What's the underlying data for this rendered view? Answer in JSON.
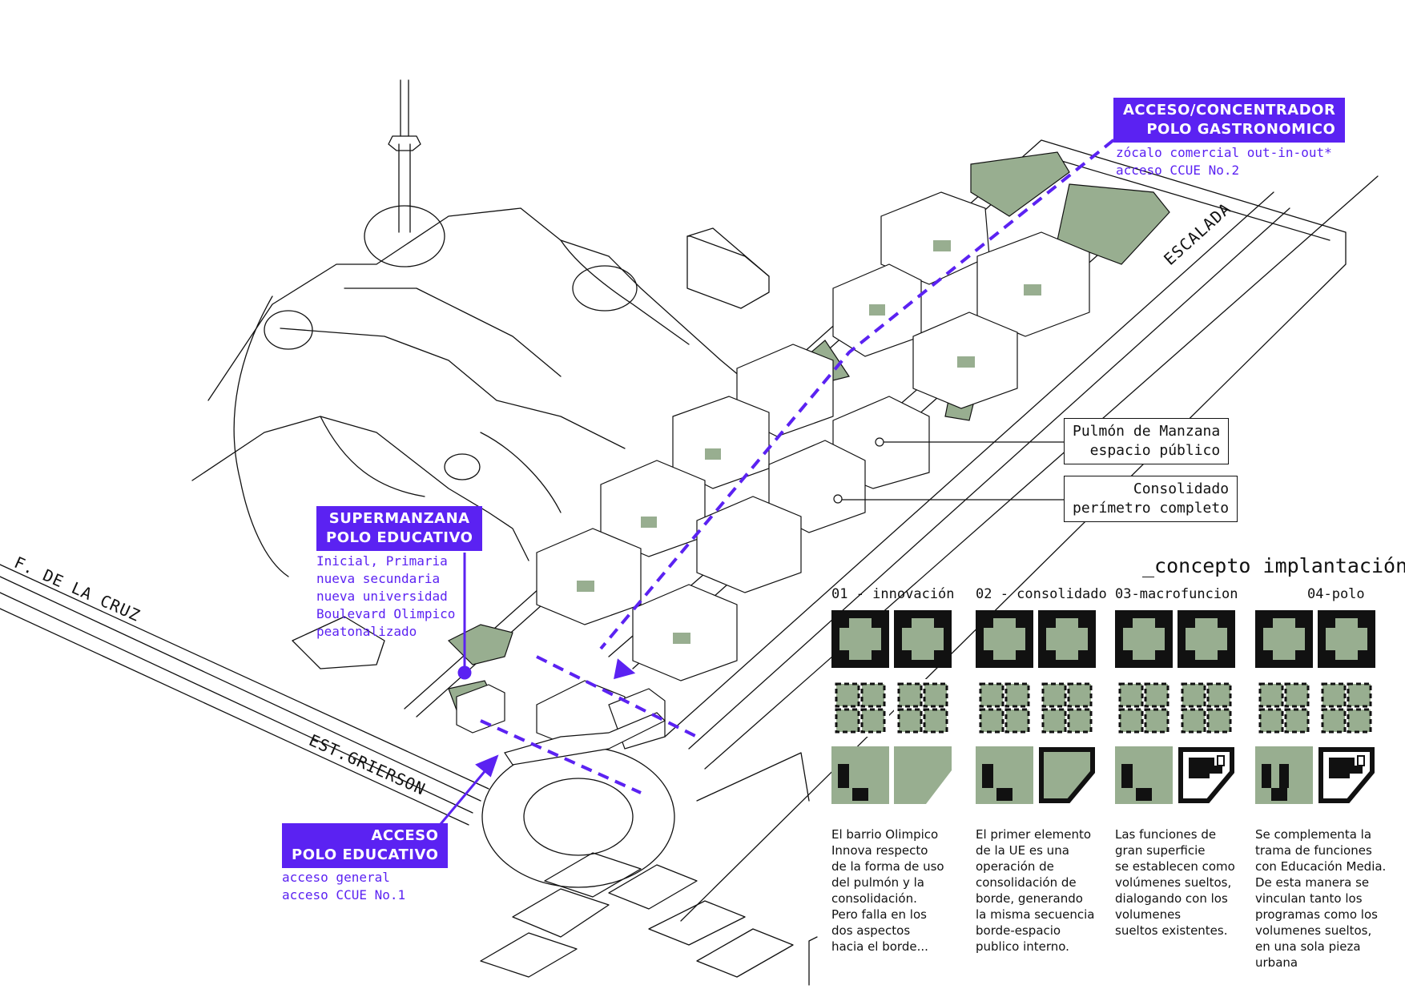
{
  "labels": {
    "gastro": {
      "line1": "ACCESO/CONCENTRADOR",
      "line2": "POLO GASTRONOMICO",
      "sub1": "zócalo comercial out-in-out*",
      "sub2": "acceso CCUE No.2"
    },
    "supermanzana": {
      "line1": "SUPERMANZANA",
      "line2": "POLO EDUCATIVO",
      "sub": [
        "Inicial, Primaria",
        "nueva secundaria",
        "nueva universidad",
        "Boulevard Olimpico",
        "peatonalizado"
      ]
    },
    "acceso": {
      "line1": "ACCESO",
      "line2": "POLO EDUCATIVO",
      "sub1": "acceso general",
      "sub2": "acceso CCUE No.1"
    },
    "pulmon": {
      "line1": "Pulmón de Manzana",
      "line2": "espacio público"
    },
    "consolidado": {
      "line1": "Consolidado",
      "line2": "perímetro completo"
    }
  },
  "streets": {
    "escalada": "ESCALADA",
    "cruz": "F. DE LA CRUZ",
    "grierson": "EST.GRIERSON"
  },
  "concept": {
    "title": "_concepto implantación",
    "columns": [
      {
        "title": "01 - innovación",
        "desc": [
          "El barrio Olimpico",
          "Innova respecto",
          "de la forma de uso",
          "del pulmón y la",
          "consolidación.",
          "Pero falla en los",
          "dos aspectos",
          "hacia el borde..."
        ]
      },
      {
        "title": "02 - consolidado",
        "desc": [
          "El primer elemento",
          "de la UE es una",
          "operación de",
          "consolidación de",
          "borde, generando",
          "la misma secuencia",
          "borde-espacio",
          "publico interno."
        ]
      },
      {
        "title": "03-macrofuncion",
        "desc": [
          "Las funciones de",
          "gran superficie",
          "se establecen como",
          "volúmenes sueltos,",
          "dialogando con los",
          "volumenes",
          "sueltos existentes."
        ]
      },
      {
        "title": "04-polo",
        "desc": [
          "Se complementa la",
          "trama de funciones",
          "con Educación Media.",
          "De esta manera se",
          "vinculan tanto los",
          "programas como los",
          "volumenes sueltos,",
          "en una sola pieza",
          "urbana"
        ]
      }
    ]
  },
  "colors": {
    "accent": "#5b22f2",
    "green": "#98ae90",
    "ink": "#111111"
  }
}
